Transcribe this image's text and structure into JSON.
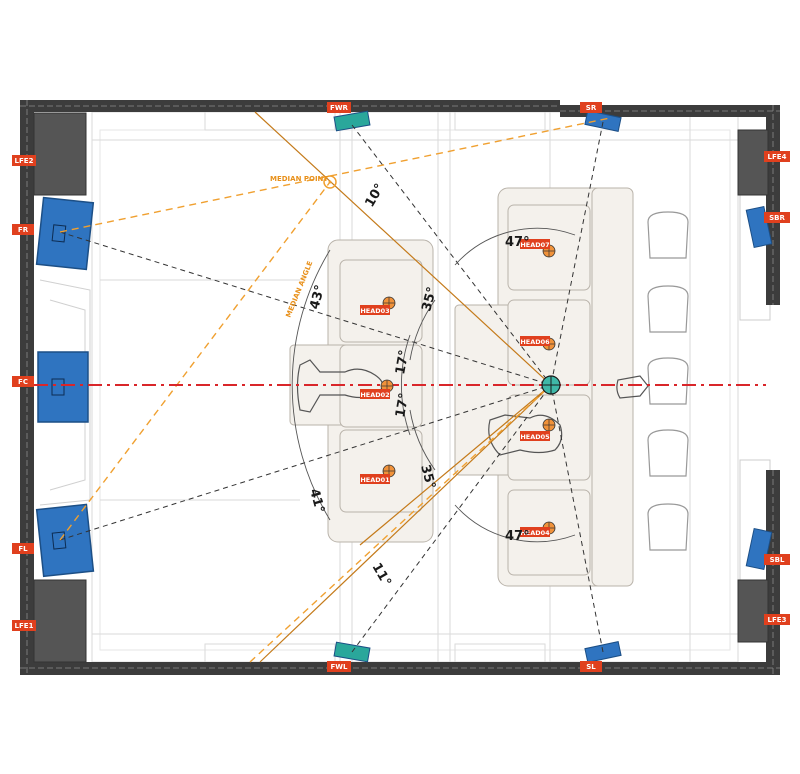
{
  "colors": {
    "wall": "#3c3c3c",
    "speaker": "#2f74c0",
    "tag": "#e0401e",
    "sub": "#555555",
    "seat": "#f4f1ec",
    "center_line": "#d9262a",
    "guide": "#f0a030",
    "angle_line": "#d4901e"
  },
  "speakers": {
    "fwr": "FWR",
    "sr": "SR",
    "lfe2": "LFE2",
    "lfe4": "LFE4",
    "fr": "FR",
    "sbr": "SBR",
    "fc": "FC",
    "fl": "FL",
    "sbl": "SBL",
    "lfe1": "LFE1",
    "lfe3": "LFE3",
    "fwl": "FWL",
    "sl": "SL"
  },
  "heads": {
    "h1": "HEAD01",
    "h2": "HEAD02",
    "h3": "HEAD03",
    "h4": "HEAD04",
    "h5": "HEAD05",
    "h6": "HEAD06",
    "h7": "HEAD07"
  },
  "angles": {
    "a10": "10°",
    "a43": "43°",
    "a35_top": "35°",
    "a47_top": "47°",
    "a17_top": "17°",
    "a17_bot": "17°",
    "a41": "41°",
    "a35_bot": "35°",
    "a11": "11°",
    "a47_bot": "47°"
  },
  "annotations": {
    "median_point": "MEDIAN POINT",
    "median_angle": "MEDIAN ANGLE"
  }
}
